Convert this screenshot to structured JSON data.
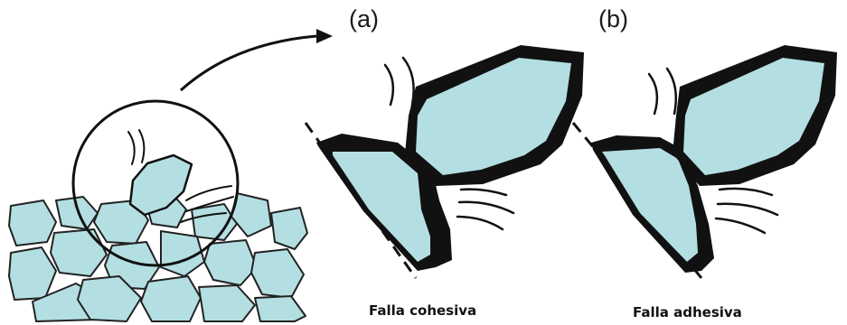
{
  "labels": {
    "panel_a": "(a)",
    "panel_b": "(b)",
    "caption_a": "Falla cohesiva",
    "caption_b": "Falla adhesiva"
  },
  "colors": {
    "grain_fill": "#b4dfe2",
    "outline": "#111111",
    "background": "#ffffff"
  }
}
